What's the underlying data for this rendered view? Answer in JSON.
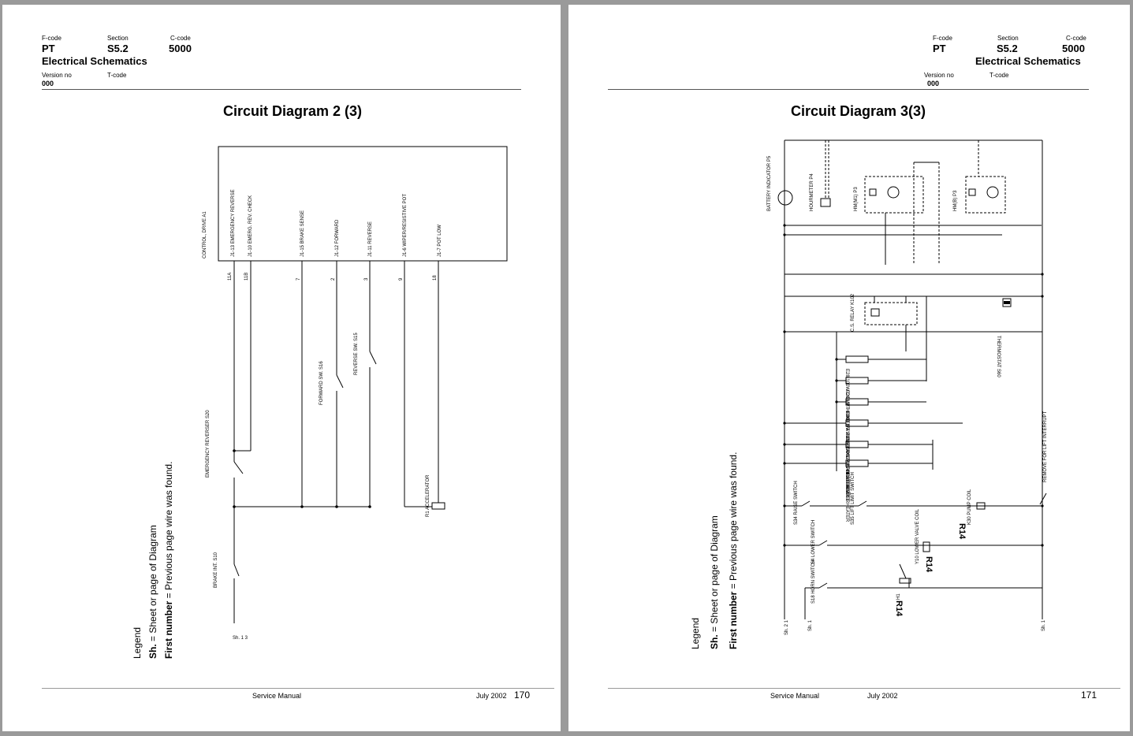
{
  "header": {
    "fcode_label": "F-code",
    "section_label": "Section",
    "ccode_label": "C-code",
    "fcode": "PT",
    "section": "S5.2",
    "ccode": "5000",
    "heading": "Electrical Schematics",
    "version_label": "Version no",
    "tcode_label": "T-code",
    "version": "000"
  },
  "left_page": {
    "title": "Circuit Diagram 2 (3)",
    "controller_label": "CONTROL, DRIVE A1",
    "pins": [
      "J1-13 EMERGENCY REVERSE",
      "J1-10 EMERG. REV. CHECK",
      "J1-15 BRAKE SENSE",
      "J1-12 FORWARD",
      "J1-11 REVERSE",
      "J1-6 WIPER/RESISTIVE POT",
      "J1-7 POT LOW"
    ],
    "wire_numbers": [
      "11A",
      "11B",
      "7",
      "2",
      "3",
      "9",
      "18"
    ],
    "components": {
      "forward_sw": "FORWARD SW. S16",
      "reverse_sw": "REVERSE SW. S15",
      "emergency": "EMERGENCY REVERSER S20",
      "accelerator": "R1 ACCELERATOR",
      "brake": "BRAKE INT. S10",
      "sheet_ref": "Sh. 1 3"
    },
    "legend": {
      "title": "Legend",
      "line1_bold": "Sh.",
      "line1_rest": " = Sheet or page of Diagram",
      "line2_bold": "First number",
      "line2_rest": " = Previous page wire was found."
    },
    "footer": {
      "manual": "Service Manual",
      "date": "July 2002",
      "page": "170"
    }
  },
  "right_page": {
    "title": "Circuit Diagram 3(3)",
    "components": {
      "battery": "BATTERY INDICATOR P5",
      "hourmeter": "HOURMETER P4",
      "hm_m1": "HM(M1) P3",
      "hm_b": "HM(B) P3",
      "cs_relay": "C.S. RELAY K102",
      "thermostat": "THERMOSTAT S60",
      "heaters": [
        "E28 100W COMP. HEATER",
        "E24 LIFT LIMIT SW. HEATER",
        "E26 LIFT PUMP CONTACTOR HEATER",
        "E23 BRAKE SW. HEATER",
        "E22 HANDLE HEATER",
        "E21 HANDLE HEATER"
      ],
      "raise_switch": "S34 RAISE SWITCH",
      "lift_limit": "S35 LIFT LIMIT SWITCH",
      "pump_coil": "K30 PUMP COIL",
      "lower_switch": "S4 LOWER SWITCH",
      "lower_valve": "Y10 LOWER VALVE COIL",
      "horn_switch": "S18 HORN SWITCH",
      "horn": "H1",
      "remove_note": "REMOVE FOR LIFT INTERRUPT",
      "sheet_refs": [
        "Sh. 2 1",
        "Sh. 1",
        "Sh. 1"
      ]
    },
    "legend": {
      "title": "Legend",
      "line1_bold": "Sh.",
      "line1_rest": " = Sheet or page of Diagram",
      "line2_bold": "First number",
      "line2_rest": " = Previous page wire was found."
    },
    "footer": {
      "manual": "Service Manual",
      "date": "July 2002",
      "page": "171"
    }
  }
}
